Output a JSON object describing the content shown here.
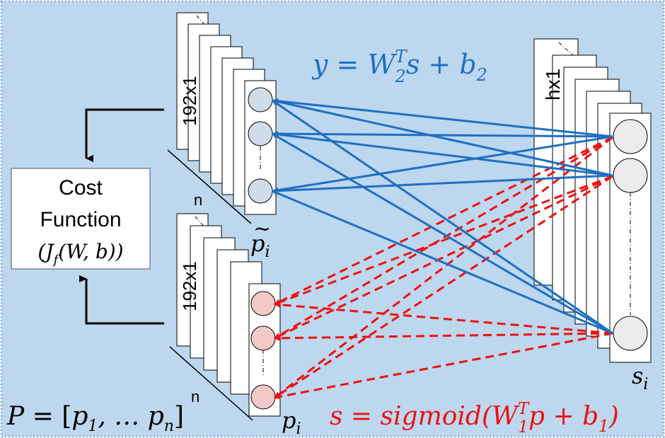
{
  "colors": {
    "background": "#bdd7ee",
    "border": "#8eb3d8",
    "blue": "#1f6fc2",
    "red": "#ee1111",
    "black": "#000000",
    "node_blue_fill": "#d0dde9",
    "node_red_fill": "#f2c9c9",
    "node_gray_fill": "#ececec"
  },
  "cost_box": {
    "line1": "Cost",
    "line2": "Function",
    "line3": "(J",
    "line3_sub": "f",
    "line3_rest": "(W, b))"
  },
  "top_stack": {
    "dim_label": "192x1",
    "count_label": "n",
    "var": "p",
    "var_sub": "i",
    "tilde": "~",
    "nodes": 3
  },
  "bottom_stack": {
    "dim_label": "192x1",
    "count_label": "n",
    "var": "p",
    "var_sub": "i",
    "nodes": 3
  },
  "hidden_stack": {
    "dim_label": "hx1",
    "var": "s",
    "var_sub": "i",
    "nodes": 3
  },
  "equations": {
    "decoder": {
      "lhs": "y",
      "eq": " = ",
      "W": "W",
      "W_sub": "2",
      "W_sup": "T",
      "mid": "s + b",
      "b_sub": "2"
    },
    "encoder": {
      "lhs": "s",
      "eq": " = ",
      "fn": "sigmoid(W",
      "W_sub": "1",
      "W_sup": "T",
      "mid": "p + b",
      "b_sub": "1",
      "close": ")"
    },
    "P_def": {
      "lhs": "P",
      "eq": " = [",
      "p1": "p",
      "p1_sub": "1",
      "mid": ", … p",
      "pn_sub": "n",
      "close": "]"
    }
  }
}
